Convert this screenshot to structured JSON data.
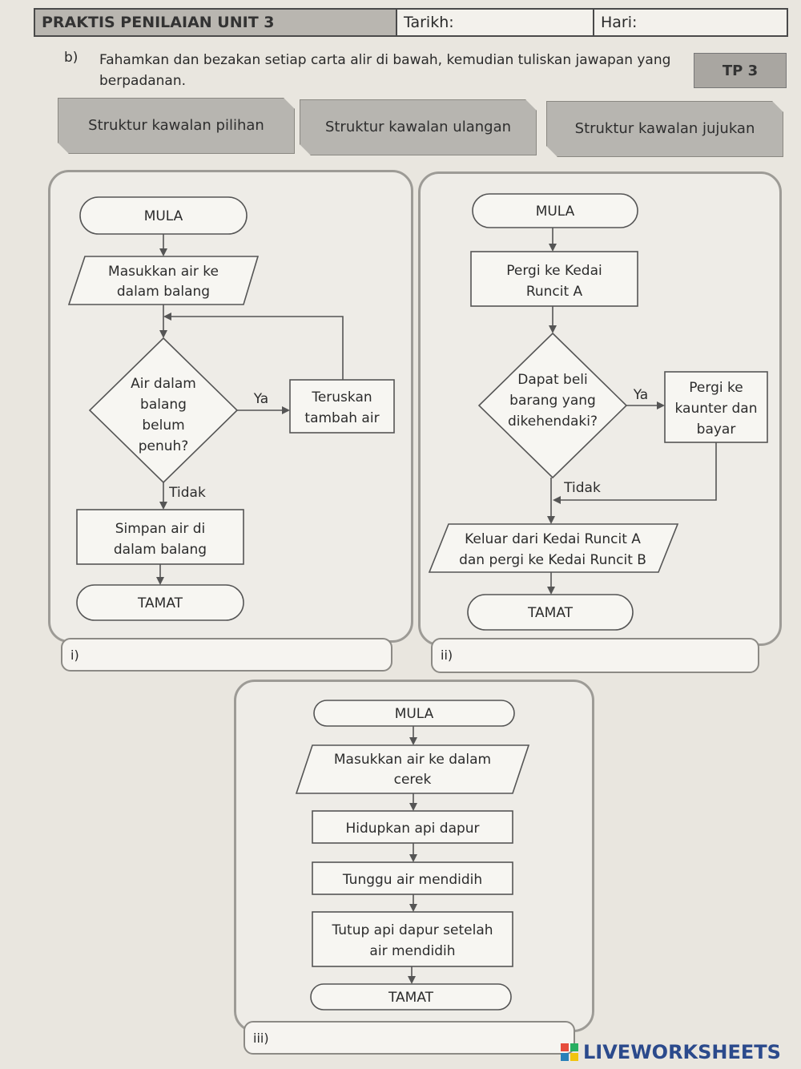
{
  "header": {
    "title": "PRAKTIS PENILAIAN UNIT 3",
    "date_label": "Tarikh:",
    "day_label": "Hari:"
  },
  "question": {
    "marker": "b)",
    "instruction": "Fahamkan dan bezakan setiap carta alir di bawah, kemudian tuliskan jawapan yang berpadanan.",
    "tp": "TP 3"
  },
  "choices": [
    "Struktur kawalan pilihan",
    "Struktur kawalan ulangan",
    "Struktur kawalan jujukan"
  ],
  "flow1": {
    "start": "MULA",
    "input": [
      "Masukkan air ke",
      "dalam balang"
    ],
    "decision": [
      "Air dalam",
      "balang",
      "belum",
      "penuh?"
    ],
    "yes": "Ya",
    "no": "Tidak",
    "loop_action": [
      "Teruskan",
      "tambah air"
    ],
    "process": [
      "Simpan air di",
      "dalam balang"
    ],
    "end": "TAMAT",
    "answer_label": "i)"
  },
  "flow2": {
    "start": "MULA",
    "process1": [
      "Pergi ke Kedai",
      "Runcit A"
    ],
    "decision": [
      "Dapat beli",
      "barang yang",
      "dikehendaki?"
    ],
    "yes": "Ya",
    "no": "Tidak",
    "yes_action": [
      "Pergi ke",
      "kaunter dan",
      "bayar"
    ],
    "output": [
      "Keluar dari Kedai Runcit A",
      "dan pergi ke Kedai Runcit B"
    ],
    "end": "TAMAT",
    "answer_label": "ii)"
  },
  "flow3": {
    "start": "MULA",
    "input": [
      "Masukkan air ke dalam",
      "cerek"
    ],
    "step1": "Hidupkan api dapur",
    "step2": "Tunggu air mendidih",
    "step3": [
      "Tutup api dapur setelah",
      "air mendidih"
    ],
    "end": "TAMAT",
    "answer_label": "iii)"
  },
  "watermark": "LIVEWORKSHEETS"
}
